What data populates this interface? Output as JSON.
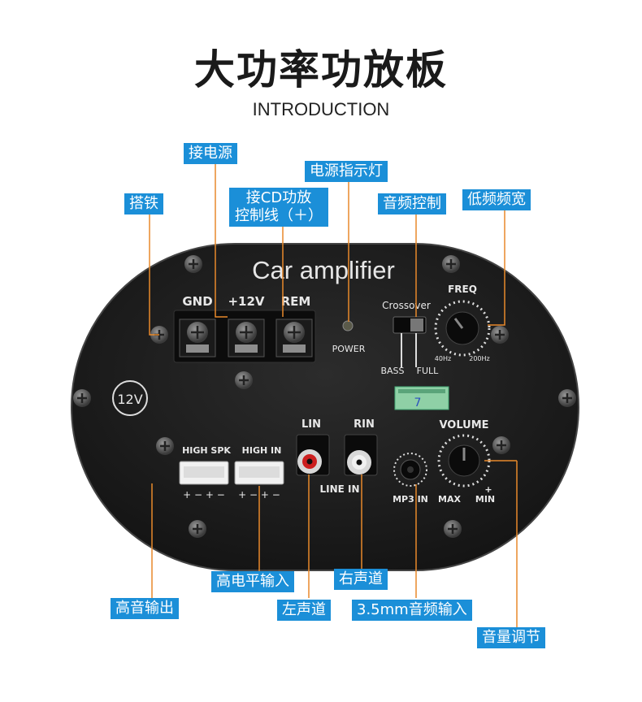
{
  "title": "大功率功放板",
  "subtitle": "INTRODUCTION",
  "callouts": {
    "ground": "搭铁",
    "power_in": "接电源",
    "cd_control_1": "接CD功放",
    "cd_control_2": "控制线（＋）",
    "power_led": "电源指示灯",
    "tone_control": "音频控制",
    "bass_bandwidth": "低频频宽",
    "high_level_in": "高电平输入",
    "right_channel": "右声道",
    "treble_out": "高音输出",
    "left_channel": "左声道",
    "mp3_in": "3.5mm音频输入",
    "volume_adjust": "音量调节"
  },
  "board": {
    "brand": "Car amplifier",
    "terminal_gnd": "GND",
    "terminal_12v": "+12V",
    "terminal_rem": "REM",
    "power_label": "POWER",
    "crossover": "Crossover",
    "bass": "BASS",
    "full": "FULL",
    "freq": "FREQ",
    "freq_min": "40Hz",
    "freq_max": "200Hz",
    "voltage_badge": "12V",
    "chip_number": "7",
    "lin": "LIN",
    "rin": "RIN",
    "line_in": "LINE IN",
    "volume": "VOLUME",
    "high_spk": "HIGH SPK",
    "high_in": "HIGH IN",
    "polarity": "+ −  + −",
    "mp3_in": "MP3 IN",
    "max": "MAX",
    "min": "MIN",
    "plus": "+"
  },
  "colors": {
    "callout": "#1b8fd8",
    "leader_line": "#e8892b",
    "board": "#1e1e1e"
  }
}
